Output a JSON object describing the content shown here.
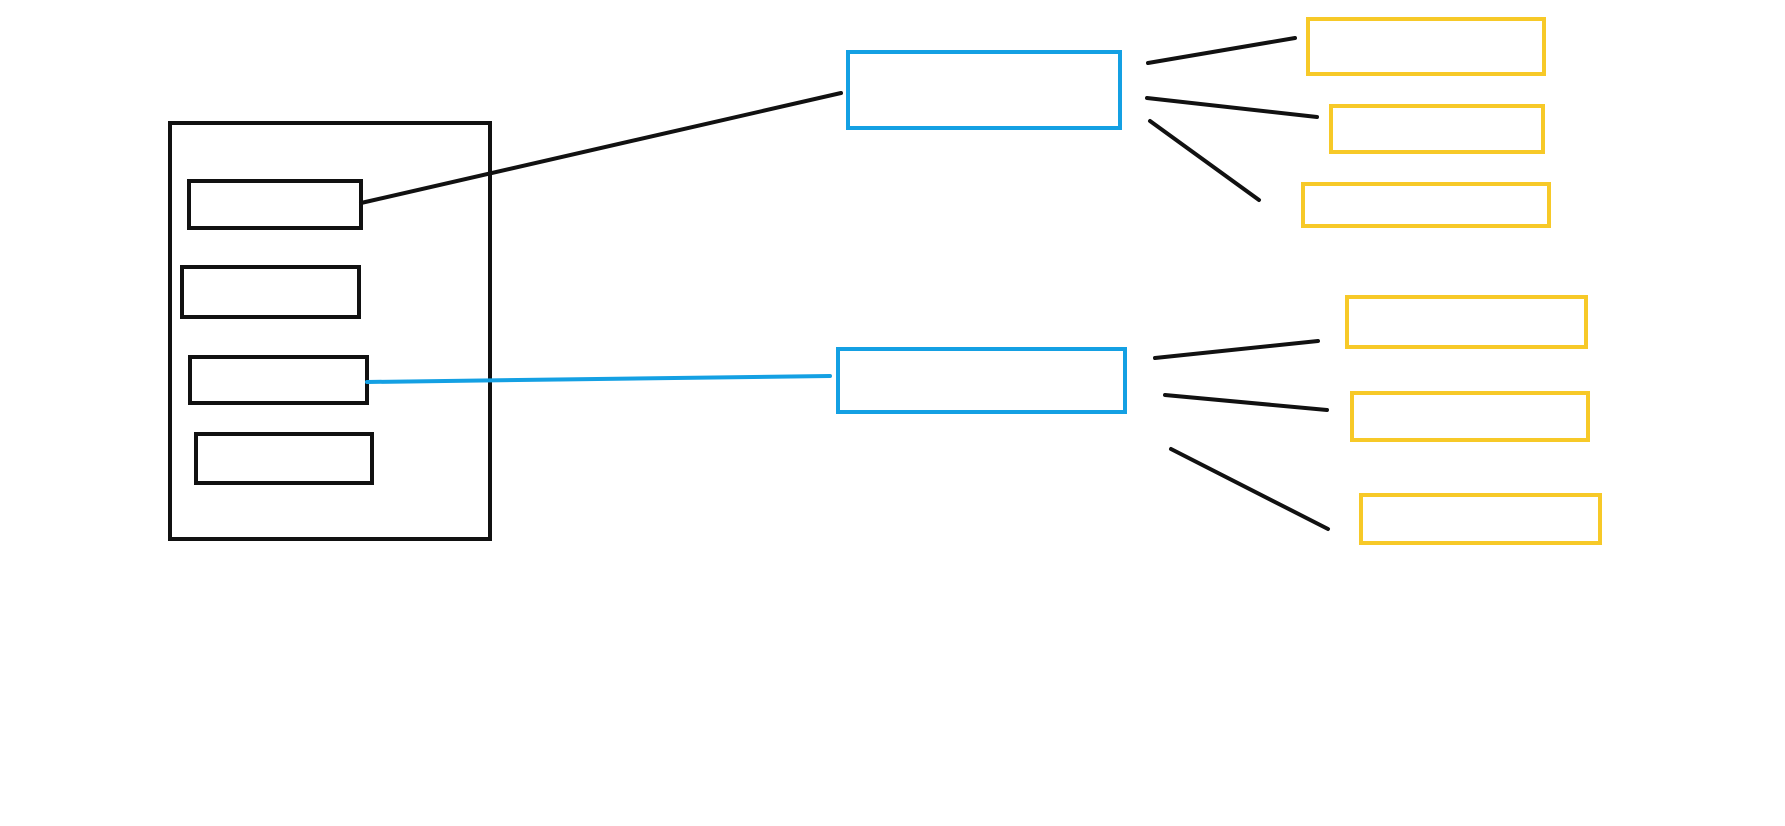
{
  "colors": {
    "background": "#ffffff",
    "black": "#111111",
    "blue": "#14a0e3",
    "yellow": "#f7c928"
  },
  "diagram": {
    "container": {},
    "items": [
      {
        "id": "item-1"
      },
      {
        "id": "item-2"
      },
      {
        "id": "item-3"
      },
      {
        "id": "item-4"
      }
    ],
    "blue_boxes": [
      {
        "id": "blue-box-1"
      },
      {
        "id": "blue-box-2"
      }
    ],
    "yellow_boxes": [
      {
        "id": "yellow-box-1"
      },
      {
        "id": "yellow-box-2"
      },
      {
        "id": "yellow-box-3"
      },
      {
        "id": "yellow-box-4"
      },
      {
        "id": "yellow-box-5"
      },
      {
        "id": "yellow-box-6"
      }
    ],
    "connectors": [
      {
        "id": "item-1-to-blue-box-1",
        "color": "black"
      },
      {
        "id": "item-3-to-blue-box-2",
        "color": "blue"
      },
      {
        "id": "blue-box-1-to-yellow-box-1",
        "color": "black"
      },
      {
        "id": "blue-box-1-to-yellow-box-2",
        "color": "black"
      },
      {
        "id": "blue-box-1-to-yellow-box-3",
        "color": "black"
      },
      {
        "id": "blue-box-2-to-yellow-box-4",
        "color": "black"
      },
      {
        "id": "blue-box-2-to-yellow-box-5",
        "color": "black"
      },
      {
        "id": "blue-box-2-to-yellow-box-6",
        "color": "black"
      }
    ]
  }
}
